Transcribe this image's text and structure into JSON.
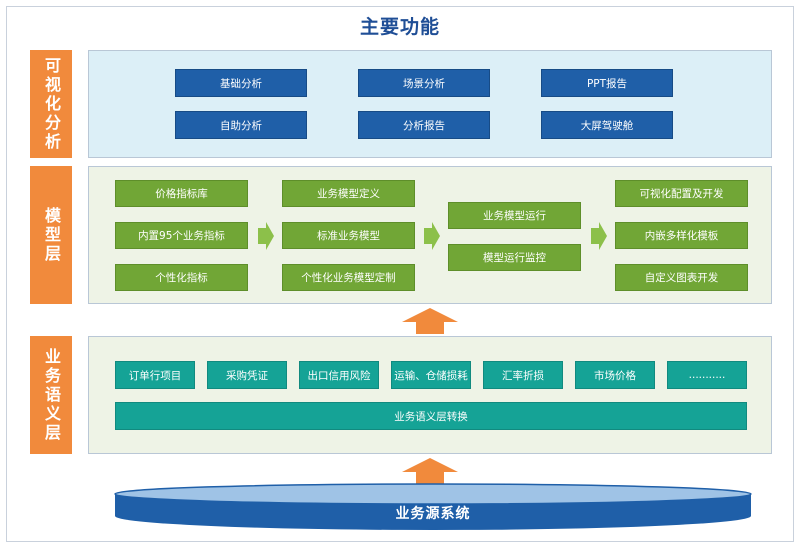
{
  "title": "主要功能",
  "layers": {
    "viz": {
      "label": "可视化分析",
      "items": [
        "基础分析",
        "场景分析",
        "PPT报告",
        "自助分析",
        "分析报告",
        "大屏驾驶舱"
      ]
    },
    "model": {
      "label": "模型层",
      "col1": [
        "价格指标库",
        "内置95个业务指标",
        "个性化指标"
      ],
      "col2": [
        "业务模型定义",
        "标准业务模型",
        "个性化业务模型定制"
      ],
      "col3": [
        "业务模型运行",
        "模型运行监控"
      ],
      "col4": [
        "可视化配置及开发",
        "内嵌多样化模板",
        "自定义图表开发"
      ]
    },
    "semantic": {
      "label": "业务语义层",
      "items": [
        "订单行项目",
        "采购凭证",
        "出口信用风险",
        "运输、仓储损耗",
        "汇率折损",
        "市场价格",
        "..........."
      ],
      "bar": "业务语义层转换"
    }
  },
  "source": "业务源系统",
  "colors": {
    "title": "#1f4e96",
    "side_label": "#f18a3c",
    "viz_box": "#1f5fa8",
    "model_box": "#71a636",
    "semantic_box": "#15a396",
    "source": "#1f5fa8",
    "arrow": "#f18a3c"
  }
}
